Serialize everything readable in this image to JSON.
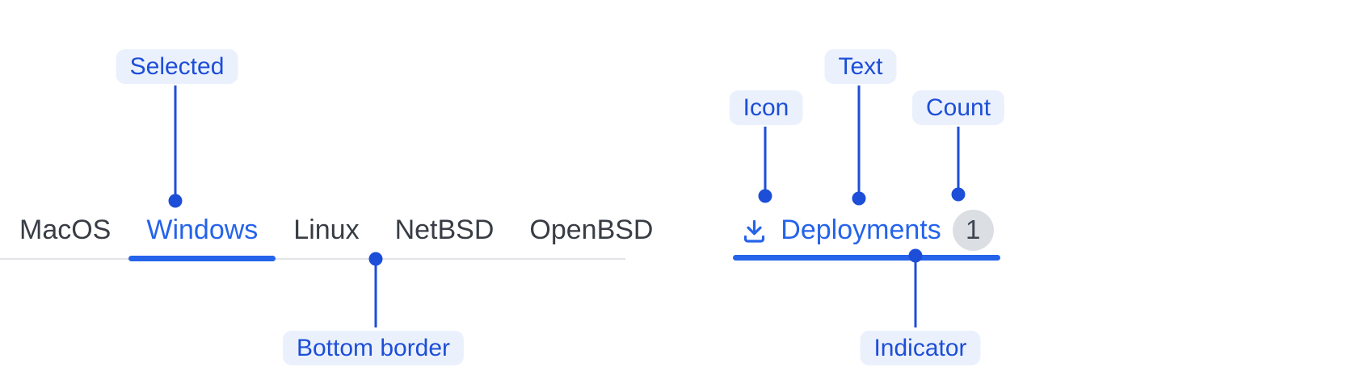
{
  "colors": {
    "accent_blue": "#2563EB",
    "annotation_blue": "#1D4ED8",
    "annotation_pill_bg": "#EBF1FC",
    "inactive_tab_text": "#383D45",
    "tabbar_border_gray": "#E2E3E6",
    "badge_bg": "#DBDEE3",
    "badge_text": "#3E454F"
  },
  "tab_bar": {
    "tabs": [
      {
        "label": "MacOS",
        "selected": false
      },
      {
        "label": "Windows",
        "selected": true
      },
      {
        "label": "Linux",
        "selected": false
      },
      {
        "label": "NetBSD",
        "selected": false
      },
      {
        "label": "OpenBSD",
        "selected": false
      }
    ]
  },
  "anatomy_tab": {
    "icon": "download-icon",
    "label": "Deployments",
    "count": "1"
  },
  "annotations": {
    "selected": "Selected",
    "bottom_border": "Bottom border",
    "icon": "Icon",
    "text": "Text",
    "count": "Count",
    "indicator": "Indicator"
  }
}
